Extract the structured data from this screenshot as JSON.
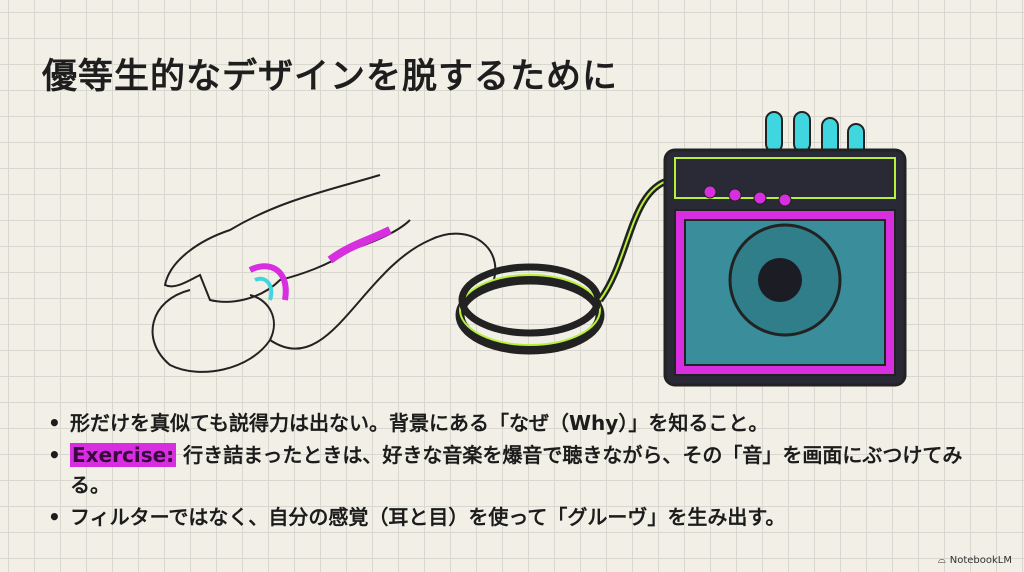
{
  "title": "優等生的なデザインを脱するために",
  "bullets": [
    {
      "text": "形だけを真似ても説得力は出ない。背景にある「なぜ（Why）」を知ること。"
    },
    {
      "highlight": "Exercise:",
      "text": " 行き詰まったときは、好きな音楽を爆音で聴きながら、その「音」を画面にぶつけてみる。"
    },
    {
      "text": "フィルターではなく、自分の感覚（耳と目）を使って「グルーヴ」を生み出す。"
    }
  ],
  "branding": "NotebookLM",
  "colors": {
    "accent": "#d72ee0",
    "cyan": "#3fd6e0",
    "lime": "#b6f03a"
  }
}
